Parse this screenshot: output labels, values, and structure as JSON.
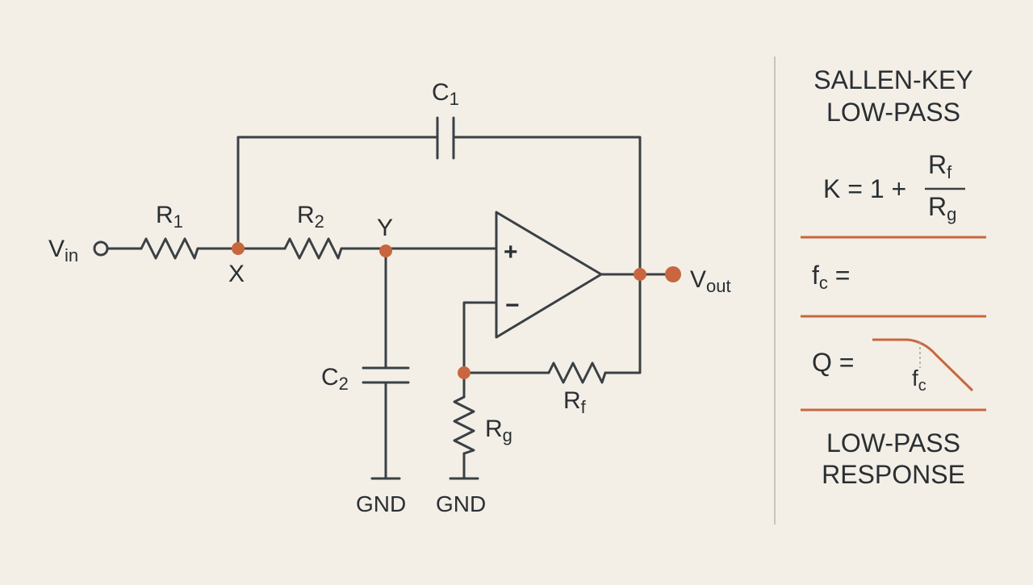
{
  "colors": {
    "background": "#f3efe6",
    "wire": "#3a4045",
    "accent": "#c8673f",
    "divider": "#c9c4ba"
  },
  "circuit": {
    "vin": {
      "main": "V",
      "sub": "in"
    },
    "vout": {
      "main": "V",
      "sub": "out"
    },
    "r1": {
      "main": "R",
      "sub": "1"
    },
    "r2": {
      "main": "R",
      "sub": "2"
    },
    "c1": {
      "main": "C",
      "sub": "1"
    },
    "c2": {
      "main": "C",
      "sub": "2"
    },
    "rf": {
      "main": "R",
      "sub": "f"
    },
    "rg": {
      "main": "R",
      "sub": "g"
    },
    "node_x": "X",
    "node_y": "Y",
    "gnd_left": "GND",
    "gnd_right": "GND",
    "opamp_plus": "+",
    "opamp_minus": "−"
  },
  "panel": {
    "title_line1": "SALLEN-KEY",
    "title_line2": "LOW-PASS",
    "gain_lhs": "K = 1 +",
    "gain_num": {
      "main": "R",
      "sub": "f"
    },
    "gain_den": {
      "main": "R",
      "sub": "g"
    },
    "fc_label": {
      "main": "f",
      "sub": "c",
      "tail": " ="
    },
    "q_label": "Q =",
    "curve_label": {
      "main": "f",
      "sub": "c"
    },
    "response_line1": "LOW-PASS",
    "response_line2": "RESPONSE"
  }
}
